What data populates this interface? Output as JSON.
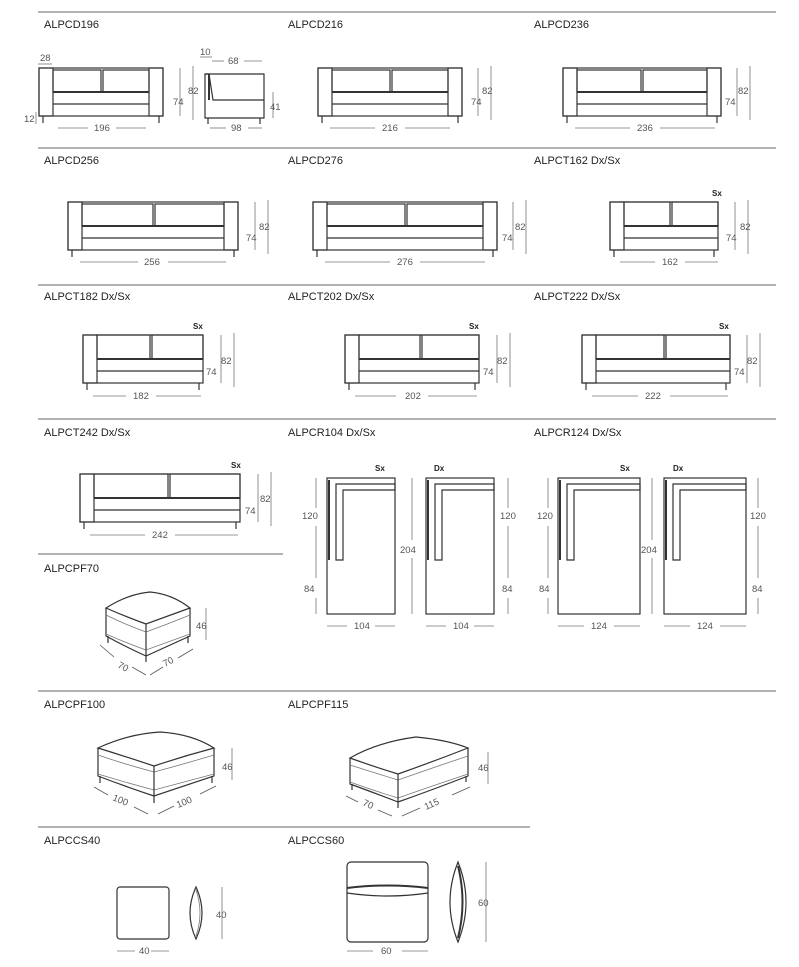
{
  "models": {
    "cd196": {
      "name": "ALPCD196",
      "width": "196",
      "height": "82",
      "seat": "74",
      "arm": "28",
      "leg": "12"
    },
    "cd196side": {
      "depth": "98",
      "seat_depth": "68",
      "back": "10",
      "seat_h": "41"
    },
    "cd216": {
      "name": "ALPCD216",
      "width": "216",
      "height": "82",
      "seat": "74"
    },
    "cd236": {
      "name": "ALPCD236",
      "width": "236",
      "height": "82",
      "seat": "74"
    },
    "cd256": {
      "name": "ALPCD256",
      "width": "256",
      "height": "82",
      "seat": "74"
    },
    "cd276": {
      "name": "ALPCD276",
      "width": "276",
      "height": "82",
      "seat": "74"
    },
    "ct162": {
      "name": "ALPCT162 Dx/Sx",
      "side": "Sx",
      "width": "162",
      "height": "82",
      "seat": "74"
    },
    "ct182": {
      "name": "ALPCT182 Dx/Sx",
      "side": "Sx",
      "width": "182",
      "height": "82",
      "seat": "74"
    },
    "ct202": {
      "name": "ALPCT202 Dx/Sx",
      "side": "Sx",
      "width": "202",
      "height": "82",
      "seat": "74"
    },
    "ct222": {
      "name": "ALPCT222 Dx/Sx",
      "side": "Sx",
      "width": "222",
      "height": "82",
      "seat": "74"
    },
    "ct242": {
      "name": "ALPCT242 Dx/Sx",
      "side": "Sx",
      "width": "242",
      "height": "82",
      "seat": "74"
    },
    "cr104": {
      "name": "ALPCR104 Dx/Sx",
      "sx": "Sx",
      "dx": "Dx",
      "width": "104",
      "total": "204",
      "upper": "120",
      "lower": "84"
    },
    "cr124": {
      "name": "ALPCR124 Dx/Sx",
      "sx": "Sx",
      "dx": "Dx",
      "width": "124",
      "total": "204",
      "upper": "120",
      "lower": "84"
    },
    "pf70": {
      "name": "ALPCPF70",
      "a": "70",
      "b": "70",
      "h": "46"
    },
    "pf100": {
      "name": "ALPCPF100",
      "a": "100",
      "b": "100",
      "h": "46"
    },
    "pf115": {
      "name": "ALPCPF115",
      "a": "70",
      "b": "115",
      "h": "46"
    },
    "cs40": {
      "name": "ALPCCS40",
      "w": "40",
      "h": "40"
    },
    "cs60": {
      "name": "ALPCCS60",
      "w": "60",
      "h": "60"
    }
  }
}
